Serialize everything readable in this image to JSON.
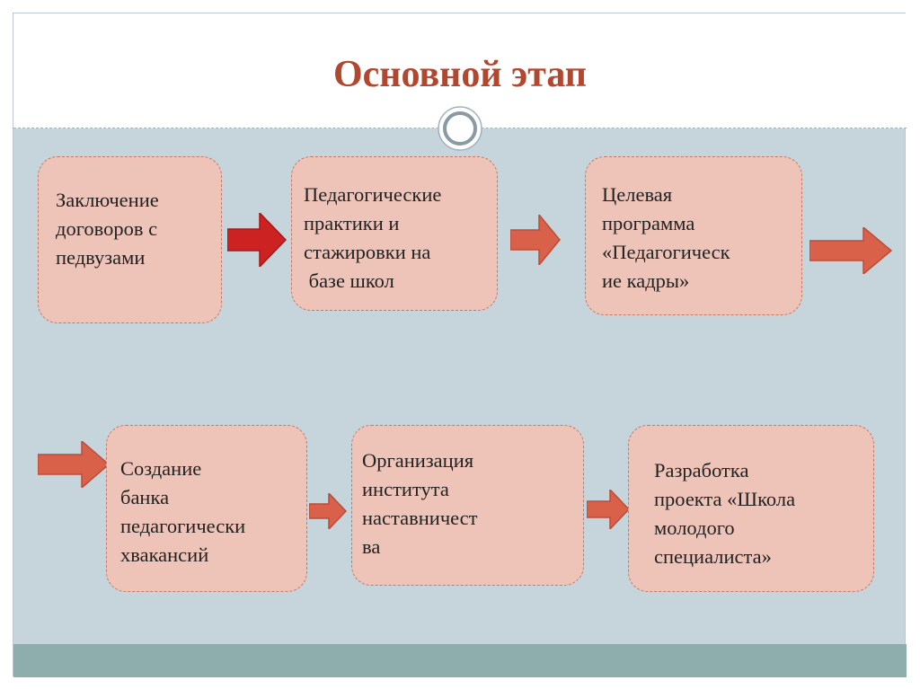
{
  "title": "Основной этап",
  "colors": {
    "title": "#b0472e",
    "background": "#c6d4dc",
    "box_fill": "#efc4b8",
    "box_border": "#c27a68",
    "arrow_primary": "#cc2222",
    "arrow_secondary": "#d96049",
    "bottom_band": "#8eaead"
  },
  "steps": [
    {
      "lines": [
        "Заключение",
        "договоров с",
        "педвузами"
      ]
    },
    {
      "lines": [
        "Педагогические",
        "практики и",
        "стажировки на",
        " базе школ"
      ]
    },
    {
      "lines": [
        "Целевая",
        "программа",
        "«Педагогическ",
        "ие кадры»"
      ]
    },
    {
      "lines": [
        "Создание",
        "банка",
        "педагогически",
        "хвакансий"
      ]
    },
    {
      "lines": [
        "Организация",
        "института",
        "наставничест",
        "ва"
      ]
    },
    {
      "lines": [
        "Разработка",
        "проекта «Школа",
        "молодого",
        "специалиста»"
      ]
    }
  ],
  "icons": {
    "ornament": "circle-ornament-icon",
    "arrows": "right-arrow-icon"
  }
}
